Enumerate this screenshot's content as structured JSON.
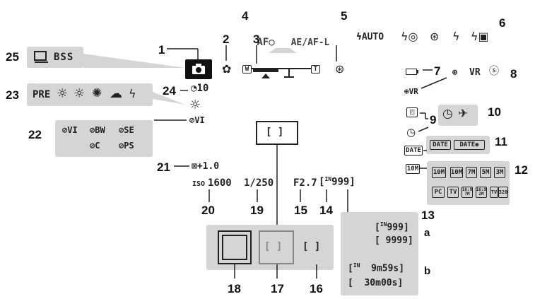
{
  "callouts": {
    "n1": "1",
    "n2": "2",
    "n3": "3",
    "n4": "4",
    "n5": "5",
    "n6": "6",
    "n7": "7",
    "n8": "8",
    "n9": "9",
    "n10": "10",
    "n11": "11",
    "n12": "12",
    "n13": "13",
    "n14": "14",
    "n15": "15",
    "n16": "16",
    "n17": "17",
    "n18": "18",
    "n19": "19",
    "n20": "20",
    "n21": "21",
    "n22": "22",
    "n23": "23",
    "n24": "24",
    "n25": "25",
    "na": "a",
    "nb": "b"
  },
  "top": {
    "af_text": "AF",
    "ae_af_lock": "AE/AF-L",
    "flash_auto": "AUTO",
    "zoom_w": "W",
    "zoom_t": "T"
  },
  "screen": {
    "timer": "10",
    "exposure_comp": "+1.0",
    "iso_label": "ISO",
    "iso_value": "1600",
    "shutter": "1/250",
    "aperture": "F2.7",
    "internal": "IN",
    "frames": "999",
    "date_label": "DATE",
    "image_mode": "10M"
  },
  "right_panels": {
    "date_a": "DATE",
    "date_b": "DATE",
    "image_modes": [
      "10M",
      "10M",
      "7M",
      "5M",
      "3M"
    ],
    "image_modes_b": [
      "PC",
      "TV",
      "16:9 7M",
      "16:9 2M",
      "TV",
      "320"
    ],
    "vr_label": "VR"
  },
  "left_panels": {
    "pre_label": "PRE",
    "bss_label": "BSS",
    "color_modes": [
      "VI",
      "BW",
      "SE",
      "C",
      "PS"
    ],
    "vivid_label": "VI"
  },
  "frames_panel": {
    "a_line1_in": "IN",
    "a_line1": "999",
    "a_line2": "9999",
    "b_line1_in": "IN",
    "b_line1": "9m59s",
    "b_line2": "30m00s"
  }
}
